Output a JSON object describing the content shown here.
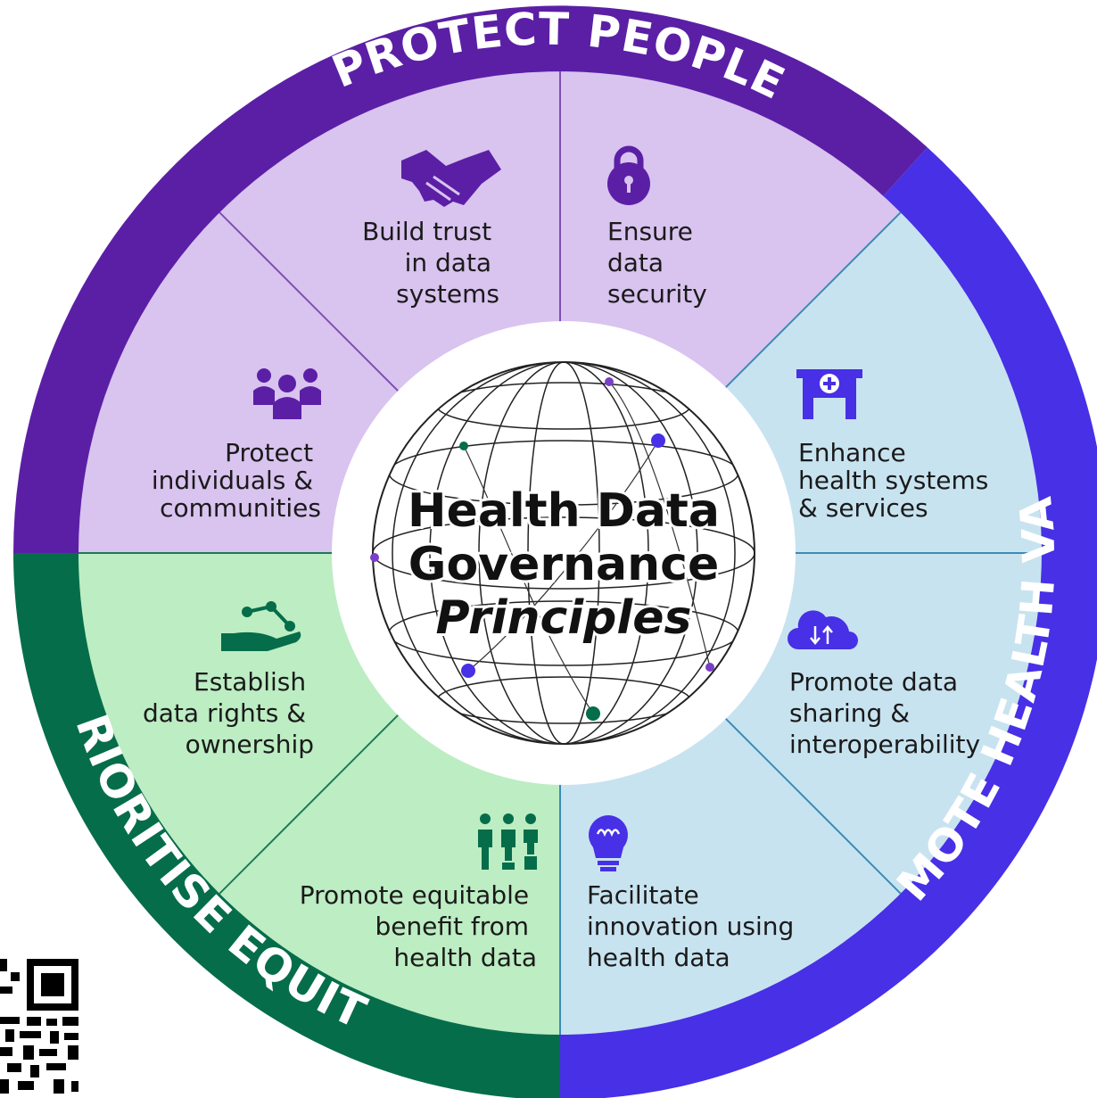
{
  "center": {
    "line1": "Health Data",
    "line2": "Governance",
    "line3": "Principles"
  },
  "ring": {
    "protect": "PROTECT PEOPLE",
    "promote": "PROMOTE HEALTH VALUE",
    "equity": "PRIORITISE EQUITY"
  },
  "segments": {
    "trust": [
      "Build trust",
      "in data",
      "systems"
    ],
    "security": [
      "Ensure",
      "data",
      "security"
    ],
    "individuals": [
      "Protect",
      "individuals &",
      "communities"
    ],
    "health_systems": [
      "Enhance",
      "health systems",
      "& services"
    ],
    "rights": [
      "Establish",
      "data rights &",
      "ownership"
    ],
    "sharing": [
      "Promote data",
      "sharing &",
      "interoperability"
    ],
    "equitable": [
      "Promote equitable",
      "benefit from",
      "health data"
    ],
    "innovation": [
      "Facilitate",
      "innovation using",
      "health data"
    ]
  },
  "colors": {
    "purple_dark": "#5b1fa6",
    "purple_light": "#d9c3ef",
    "blue_dark": "#4730e6",
    "blue_light": "#c8e3f0",
    "green_dark": "#056d4a",
    "green_light": "#bdedc3"
  },
  "icons": {
    "trust": "handshake-icon",
    "security": "padlock-icon",
    "individuals": "people-group-icon",
    "health_systems": "hospital-icon",
    "rights": "hand-network-icon",
    "sharing": "cloud-exchange-icon",
    "equitable": "equity-people-icon",
    "innovation": "lightbulb-icon"
  }
}
